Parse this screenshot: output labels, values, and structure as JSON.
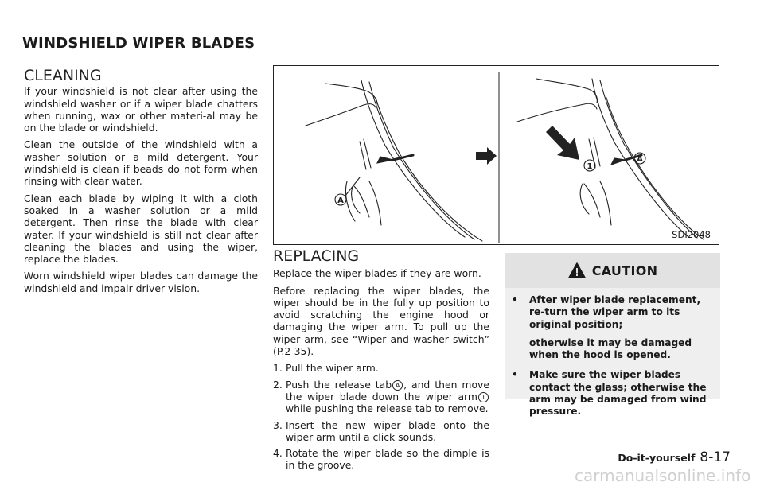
{
  "page_title": "WINDSHIELD WIPER BLADES",
  "cleaning": {
    "heading": "CLEANING",
    "paragraphs": [
      "If your windshield is not clear after using the windshield washer or if a wiper blade chatters when running, wax or other materi-al may be on the blade or windshield.",
      "Clean the outside of the windshield with a washer solution or a mild detergent. Your windshield is clean if beads do not form when rinsing with clear water.",
      "Clean each blade by wiping it with a cloth soaked in a washer solution or a mild detergent. Then rinse the blade with clear water. If your windshield is still not clear after cleaning the blades and using the wiper, replace the blades.",
      "Worn windshield wiper blades can damage the windshield and impair driver vision."
    ]
  },
  "figure": {
    "code": "SDI2048",
    "label_a": "A",
    "label_1": "1"
  },
  "replacing": {
    "heading": "REPLACING",
    "intro1": "Replace the wiper blades if they are worn.",
    "intro2": "Before replacing the wiper blades, the wiper should be in the fully up position to avoid scratching the engine hood or damaging the wiper arm. To pull up the wiper arm, see “Wiper and washer switch” (P.2-35).",
    "steps": [
      {
        "num": "1.",
        "text": "Pull the wiper arm."
      },
      {
        "num": "2.",
        "pre": "Push the release tab",
        "mark_a": "A",
        "mid": ", and then move the wiper blade down the wiper arm",
        "mark_1": "1",
        "post": " while pushing the release tab to remove."
      },
      {
        "num": "3.",
        "text": "Insert the new wiper blade onto the wiper arm until a click sounds."
      },
      {
        "num": "4.",
        "text": "Rotate the wiper blade so the dimple is in the groove."
      }
    ]
  },
  "caution": {
    "title": "CAUTION",
    "items": [
      {
        "bullet": "•",
        "text": "After wiper blade replacement, re-turn the wiper arm to its original position;",
        "text2": "otherwise it may be damaged when the hood is opened."
      },
      {
        "bullet": "•",
        "text": "Make sure the wiper blades contact the glass; otherwise the arm may be damaged from wind pressure."
      }
    ]
  },
  "footer": {
    "section": "Do-it-yourself",
    "page": "8-17"
  },
  "watermark": "carmanualsonline.info"
}
